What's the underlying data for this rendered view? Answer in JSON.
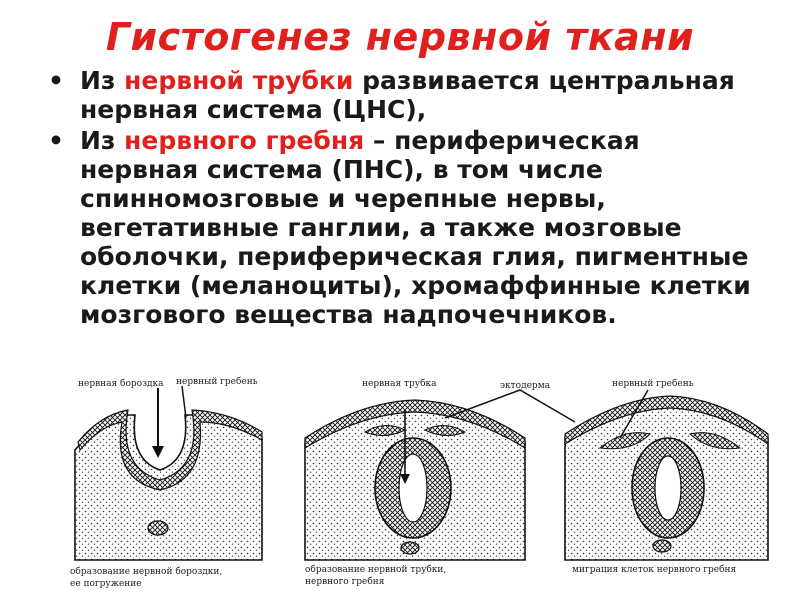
{
  "title": "Гистогенез нервной ткани",
  "bullets": [
    {
      "prefix": "Из ",
      "highlight": "нервной трубки",
      "rest": " развивается центральная нервная система (ЦНС),"
    },
    {
      "prefix": "Из ",
      "highlight": "нервного гребня",
      "rest": " – периферическая нервная система (ПНС), в том числе спинномозговые и черепные нервы, вегетативные ганглии, а также мозговые оболочки, периферическая глия, пигментные клетки (меланоциты), хромаффинные клетки мозгового вещества надпочечников."
    }
  ],
  "diagram": {
    "panel1": {
      "label_groove": "нервная бороздка",
      "label_crest": "нервный гребень",
      "caption_line1": "образование нервной бороздки,",
      "caption_line2": "ее погружение"
    },
    "panel2": {
      "label_tube": "нервная трубка",
      "label_ectoderm": "эктодерма",
      "caption_line1": "образование нервной трубки,",
      "caption_line2": "нервного гребня"
    },
    "panel3": {
      "label_crest": "нервный гребень",
      "caption": "миграция клеток нервного гребня"
    }
  },
  "colors": {
    "title": "#e0201c",
    "highlight": "#e0201c",
    "text": "#1a1a1a"
  }
}
